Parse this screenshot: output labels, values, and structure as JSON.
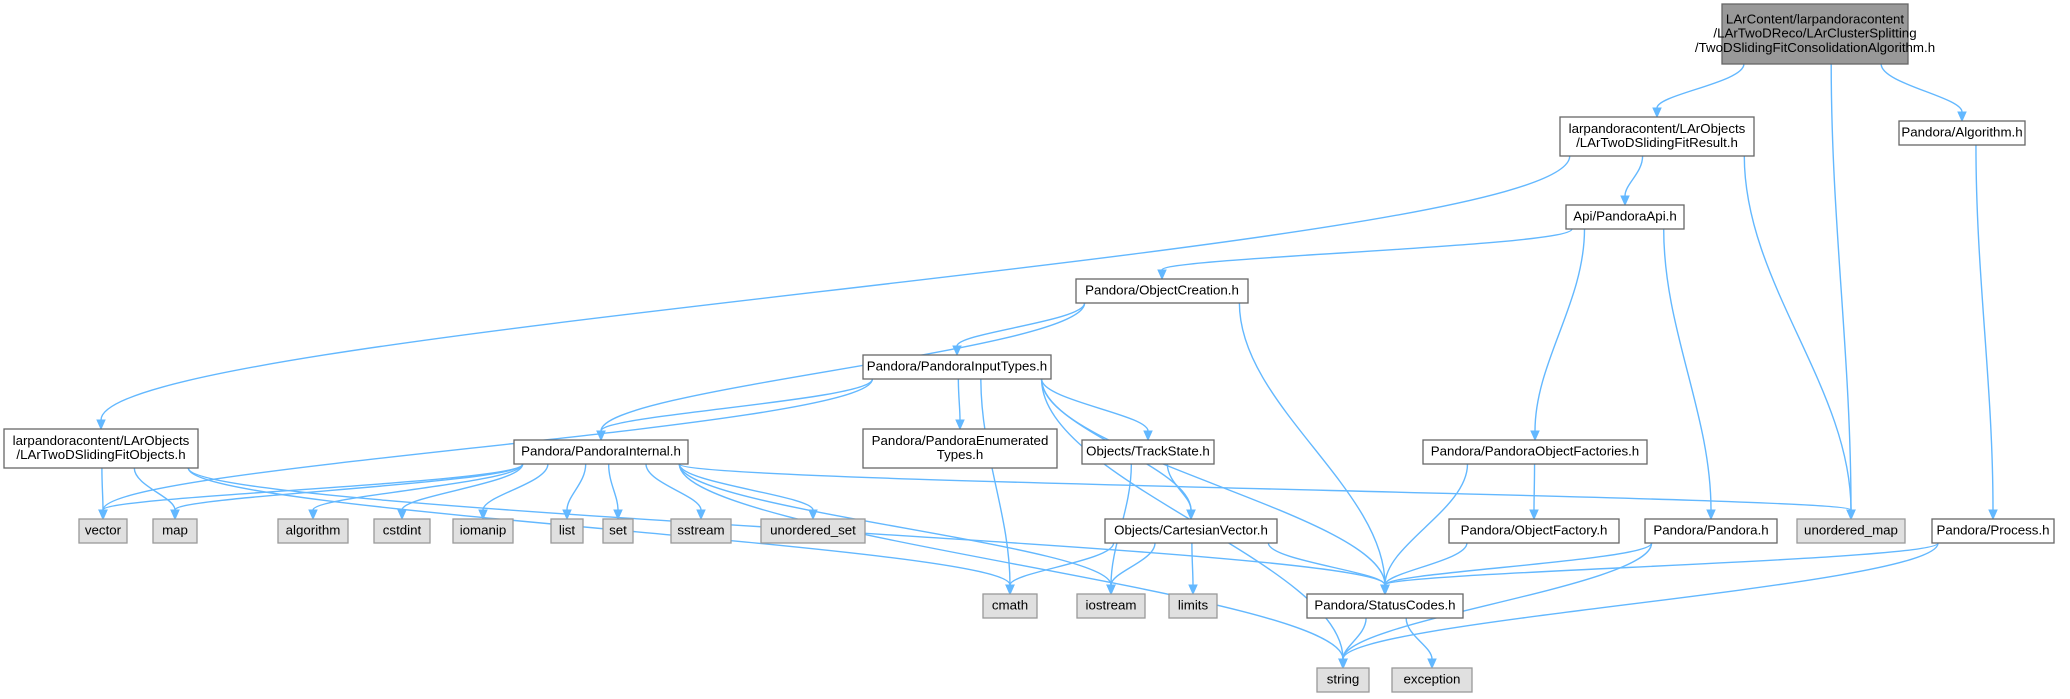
{
  "colors": {
    "edge": "#63b8ff",
    "root_fill": "#999999",
    "external_fill": "#e0e0e0",
    "header_fill": "#ffffff",
    "border": "#666666"
  },
  "nodes": [
    {
      "id": "root",
      "kind": "root",
      "lines": [
        "LArContent/larpandoracontent",
        "/LArTwoDReco/LArClusterSplitting",
        "/TwoDSlidingFitConsolidationAlgorithm.h"
      ]
    },
    {
      "id": "fitresult",
      "kind": "hdr",
      "lines": [
        "larpandoracontent/LArObjects",
        "/LArTwoDSlidingFitResult.h"
      ]
    },
    {
      "id": "algorithm",
      "kind": "hdr",
      "lines": [
        "Pandora/Algorithm.h"
      ]
    },
    {
      "id": "pandoraapi",
      "kind": "hdr",
      "lines": [
        "Api/PandoraApi.h"
      ]
    },
    {
      "id": "objcreation",
      "kind": "hdr",
      "lines": [
        "Pandora/ObjectCreation.h"
      ]
    },
    {
      "id": "inputtypes",
      "kind": "hdr",
      "lines": [
        "Pandora/PandoraInputTypes.h"
      ]
    },
    {
      "id": "fitobjects",
      "kind": "hdr",
      "lines": [
        "larpandoracontent/LArObjects",
        "/LArTwoDSlidingFitObjects.h"
      ]
    },
    {
      "id": "internal",
      "kind": "hdr",
      "lines": [
        "Pandora/PandoraInternal.h"
      ]
    },
    {
      "id": "enumtypes",
      "kind": "hdr",
      "lines": [
        "Pandora/PandoraEnumerated",
        "Types.h"
      ]
    },
    {
      "id": "trackstate",
      "kind": "hdr",
      "lines": [
        "Objects/TrackState.h"
      ]
    },
    {
      "id": "objfactories",
      "kind": "hdr",
      "lines": [
        "Pandora/PandoraObjectFactories.h"
      ]
    },
    {
      "id": "vector",
      "kind": "ext",
      "lines": [
        "vector"
      ]
    },
    {
      "id": "map",
      "kind": "ext",
      "lines": [
        "map"
      ]
    },
    {
      "id": "algo",
      "kind": "ext",
      "lines": [
        "algorithm"
      ]
    },
    {
      "id": "cstdint",
      "kind": "ext",
      "lines": [
        "cstdint"
      ]
    },
    {
      "id": "iomanip",
      "kind": "ext",
      "lines": [
        "iomanip"
      ]
    },
    {
      "id": "list",
      "kind": "ext",
      "lines": [
        "list"
      ]
    },
    {
      "id": "set",
      "kind": "ext",
      "lines": [
        "set"
      ]
    },
    {
      "id": "sstream",
      "kind": "ext",
      "lines": [
        "sstream"
      ]
    },
    {
      "id": "unordset",
      "kind": "ext",
      "lines": [
        "unordered_set"
      ]
    },
    {
      "id": "cartvector",
      "kind": "hdr",
      "lines": [
        "Objects/CartesianVector.h"
      ]
    },
    {
      "id": "unordmap",
      "kind": "ext",
      "lines": [
        "unordered_map"
      ]
    },
    {
      "id": "objfactory",
      "kind": "hdr",
      "lines": [
        "Pandora/ObjectFactory.h"
      ]
    },
    {
      "id": "pandora",
      "kind": "hdr",
      "lines": [
        "Pandora/Pandora.h"
      ]
    },
    {
      "id": "process",
      "kind": "hdr",
      "lines": [
        "Pandora/Process.h"
      ]
    },
    {
      "id": "cmath",
      "kind": "ext",
      "lines": [
        "cmath"
      ]
    },
    {
      "id": "iostream",
      "kind": "ext",
      "lines": [
        "iostream"
      ]
    },
    {
      "id": "limits",
      "kind": "ext",
      "lines": [
        "limits"
      ]
    },
    {
      "id": "statuscodes",
      "kind": "hdr",
      "lines": [
        "Pandora/StatusCodes.h"
      ]
    },
    {
      "id": "string",
      "kind": "ext",
      "lines": [
        "string"
      ]
    },
    {
      "id": "exception",
      "kind": "ext",
      "lines": [
        "exception"
      ]
    }
  ],
  "edges": [
    [
      "root",
      "fitresult"
    ],
    [
      "root",
      "unordmap"
    ],
    [
      "root",
      "algorithm"
    ],
    [
      "fitresult",
      "fitobjects"
    ],
    [
      "fitresult",
      "pandoraapi"
    ],
    [
      "fitresult",
      "unordmap"
    ],
    [
      "algorithm",
      "process"
    ],
    [
      "pandoraapi",
      "objcreation"
    ],
    [
      "pandoraapi",
      "objfactories"
    ],
    [
      "pandoraapi",
      "pandora"
    ],
    [
      "objcreation",
      "inputtypes"
    ],
    [
      "objcreation",
      "internal"
    ],
    [
      "objcreation",
      "statuscodes"
    ],
    [
      "inputtypes",
      "vector"
    ],
    [
      "inputtypes",
      "internal"
    ],
    [
      "inputtypes",
      "enumtypes"
    ],
    [
      "inputtypes",
      "trackstate"
    ],
    [
      "inputtypes",
      "cartvector"
    ],
    [
      "inputtypes",
      "cmath"
    ],
    [
      "inputtypes",
      "statuscodes"
    ],
    [
      "inputtypes",
      "string"
    ],
    [
      "fitobjects",
      "vector"
    ],
    [
      "fitobjects",
      "map"
    ],
    [
      "fitobjects",
      "statuscodes"
    ],
    [
      "fitobjects",
      "cmath"
    ],
    [
      "internal",
      "vector"
    ],
    [
      "internal",
      "map"
    ],
    [
      "internal",
      "algo"
    ],
    [
      "internal",
      "cstdint"
    ],
    [
      "internal",
      "iomanip"
    ],
    [
      "internal",
      "list"
    ],
    [
      "internal",
      "set"
    ],
    [
      "internal",
      "sstream"
    ],
    [
      "internal",
      "unordset"
    ],
    [
      "internal",
      "unordmap"
    ],
    [
      "internal",
      "iostream"
    ],
    [
      "internal",
      "string"
    ],
    [
      "trackstate",
      "cartvector"
    ],
    [
      "trackstate",
      "iostream"
    ],
    [
      "cartvector",
      "cmath"
    ],
    [
      "cartvector",
      "iostream"
    ],
    [
      "cartvector",
      "limits"
    ],
    [
      "cartvector",
      "statuscodes"
    ],
    [
      "objfactories",
      "objfactory"
    ],
    [
      "objfactories",
      "statuscodes"
    ],
    [
      "objfactory",
      "statuscodes"
    ],
    [
      "pandora",
      "statuscodes"
    ],
    [
      "pandora",
      "string"
    ],
    [
      "process",
      "statuscodes"
    ],
    [
      "process",
      "string"
    ],
    [
      "statuscodes",
      "string"
    ],
    [
      "statuscodes",
      "exception"
    ]
  ]
}
